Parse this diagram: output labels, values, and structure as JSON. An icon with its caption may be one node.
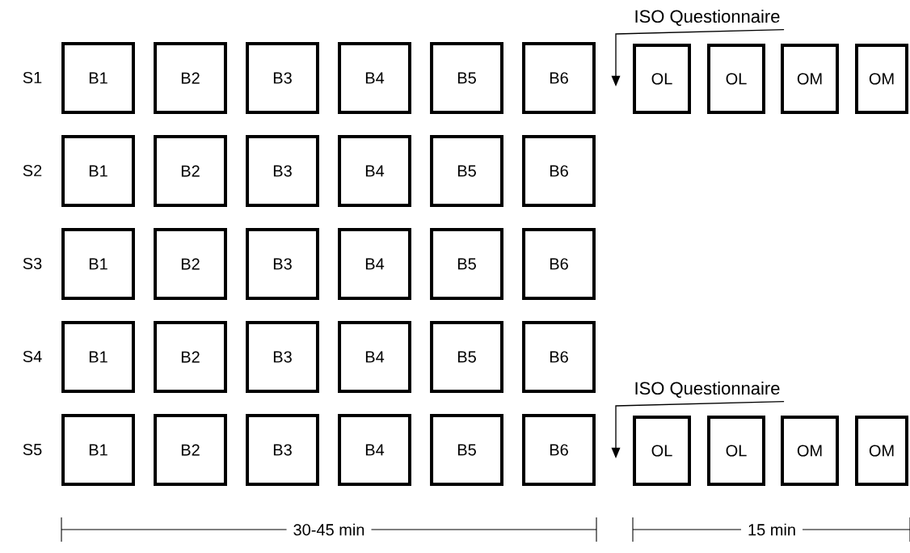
{
  "diagram": {
    "nodes": [
      {
        "text": [
          "ISO Questionnaire"
        ]
      },
      {
        "text": [
          "B1"
        ]
      },
      {
        "text": [
          "B2"
        ]
      },
      {
        "text": [
          "B3"
        ]
      },
      {
        "text": [
          "B4"
        ]
      },
      {
        "text": [
          "B5"
        ]
      },
      {
        "text": [
          "B6"
        ]
      },
      {
        "text": [
          "OL"
        ]
      },
      {
        "text": [
          "OL"
        ]
      },
      {
        "text": [
          "OM"
        ]
      },
      {
        "text": [
          "OM"
        ]
      },
      {
        "text": [
          "B1"
        ]
      },
      {
        "text": [
          "B2"
        ]
      },
      {
        "text": [
          "B3"
        ]
      },
      {
        "text": [
          "B4"
        ]
      },
      {
        "text": [
          "B5"
        ]
      },
      {
        "text": [
          "B6"
        ]
      },
      {
        "text": [
          "B1"
        ]
      },
      {
        "text": [
          "B2"
        ]
      },
      {
        "text": [
          "B3"
        ]
      },
      {
        "text": [
          "B4"
        ]
      },
      {
        "text": [
          "B5"
        ]
      },
      {
        "text": [
          "B6"
        ]
      },
      {
        "text": [
          "B1"
        ]
      },
      {
        "text": [
          "B2"
        ]
      },
      {
        "text": [
          "B3"
        ]
      },
      {
        "text": [
          "B4"
        ]
      },
      {
        "text": [
          "B5"
        ]
      },
      {
        "text": [
          "B6"
        ]
      },
      {
        "text": [
          "ISO Questionnaire"
        ]
      },
      {
        "text": [
          "B1"
        ]
      },
      {
        "text": [
          "B2"
        ]
      },
      {
        "text": [
          "B3"
        ]
      },
      {
        "text": [
          "B4"
        ]
      },
      {
        "text": [
          "B5"
        ]
      },
      {
        "text": [
          "B6"
        ]
      },
      {
        "text": [
          "OL"
        ]
      },
      {
        "text": [
          "OL"
        ]
      },
      {
        "text": [
          "OM"
        ]
      },
      {
        "text": [
          "OM"
        ]
      }
    ],
    "edges": [
      {
        "from": 0,
        "to": null,
        "arrow": "to"
      },
      {
        "from": 29,
        "to": null,
        "arrow": "to"
      }
    ],
    "labels": [
      "S1",
      "S2",
      "S3",
      "S4",
      "S5",
      "30-45 min",
      "15 min"
    ]
  }
}
